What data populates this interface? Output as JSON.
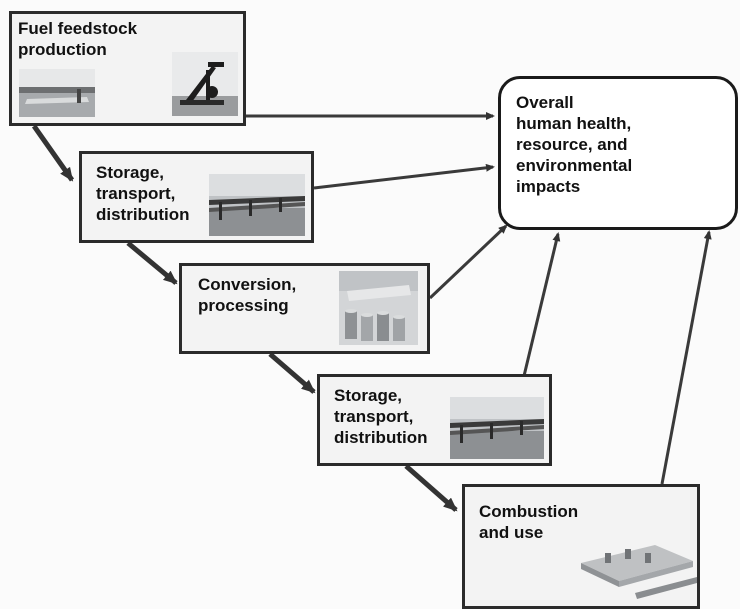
{
  "stages": [
    {
      "id": "feedstock",
      "label": "Fuel feedstock\nproduction"
    },
    {
      "id": "storage1",
      "label": "Storage,\ntransport,\ndistribution"
    },
    {
      "id": "conversion",
      "label": "Conversion,\nprocessing"
    },
    {
      "id": "storage2",
      "label": "Storage,\ntransport,\ndistribution"
    },
    {
      "id": "combustion",
      "label": "Combustion\nand use"
    }
  ],
  "outcome": {
    "label": "Overall\nhuman health,\nresource, and\nenvironmental\nimpacts"
  },
  "colors": {
    "border": "#2b2b2b",
    "arrow_chain": "#333333",
    "arrow_impact": "#3a3a3a",
    "box_fill": "#f3f3f3"
  },
  "icons": [
    "water-landscape-photo",
    "oil-pump-photo",
    "pipeline-photo",
    "refinery-tanks-photo",
    "pipeline-photo",
    "engine-plant-photo"
  ]
}
